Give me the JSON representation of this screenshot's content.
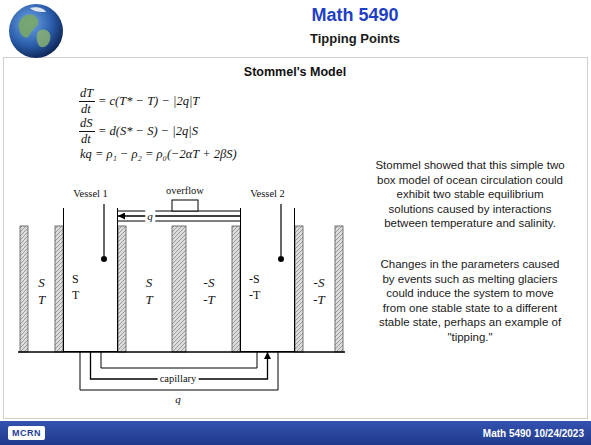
{
  "diagram": {
    "title": "Math 5490",
    "nodes": [
      {
        "text": [
          "S",
          "T"
        ]
      },
      {
        "text": [
          "Vessel 1",
          "S",
          "T"
        ]
      },
      {
        "text": [
          "S",
          "T"
        ]
      },
      {
        "text": [
          "-S",
          "-T"
        ]
      },
      {
        "text": [
          "Vessel 2",
          "-S",
          "-T"
        ]
      },
      {
        "text": [
          "-S",
          "-T"
        ]
      }
    ],
    "edges": [
      {
        "from": 4,
        "to": 1,
        "arrow": "to",
        "label": "q"
      },
      {
        "from": 1,
        "to": 4,
        "arrow": "to",
        "label": "q"
      }
    ],
    "labels": [
      "Tipping Points",
      "Stommel's Model",
      "dT",
      "dt",
      "= c(T* − T) − |2q|T",
      "dS",
      "dt",
      "= d(S* − S) − |2q|S",
      "kq = ρ₁ − ρ₂ = ρ₀(−2αT + 2βS)",
      "overflow",
      "capillary",
      "Stommel showed that this simple two box model of ocean circulation could exhibit two stable equilibrium solutions caused by interactions between temperature and salinity.",
      "Changes in the parameters caused by events such as melting glaciers could induce the system to move from one stable state to a different stable state, perhaps an example of \"tipping.\"",
      "MCRN",
      "Math 5490 10/24/2023"
    ]
  }
}
